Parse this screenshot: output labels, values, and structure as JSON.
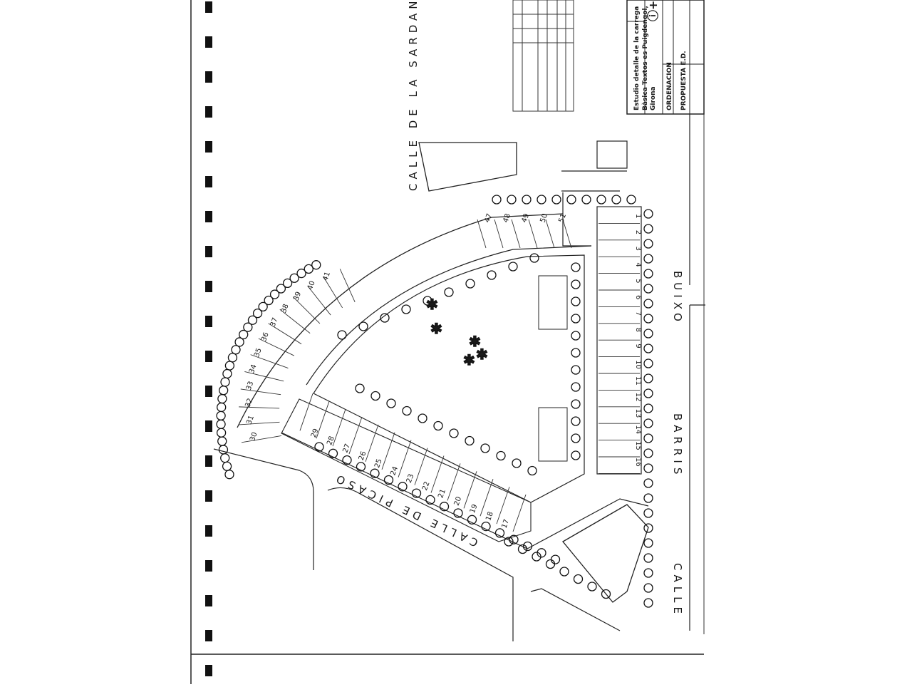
{
  "streets": {
    "sardana": "CALLE DE LA SARDANA",
    "picaso": "CALLE DE PICASO",
    "calle": "CALLE",
    "barris": "BARRIS",
    "buixo": "BUIXO"
  },
  "title_block": {
    "line1": "Estudio detalle de la carrega",
    "line2": "Bàsica Textos es Puigdengol,",
    "line3": "Girona",
    "ordenacion": "ORDENACION",
    "propuesta": "PROPUESTA E.D."
  },
  "parking_right": [
    "1",
    "2",
    "3",
    "4",
    "5",
    "6",
    "7",
    "8",
    "9",
    "10",
    "11",
    "12",
    "13",
    "14",
    "15",
    "16"
  ],
  "parking_bottom": [
    "17",
    "18",
    "19",
    "20",
    "21",
    "22",
    "23",
    "24",
    "25",
    "26",
    "27",
    "28",
    "29"
  ],
  "parking_arc": [
    "30",
    "31",
    "32",
    "33",
    "34",
    "35",
    "36",
    "37",
    "38",
    "39",
    "40",
    "41"
  ],
  "parking_top": [
    "47",
    "48",
    "49",
    "50",
    "51"
  ]
}
